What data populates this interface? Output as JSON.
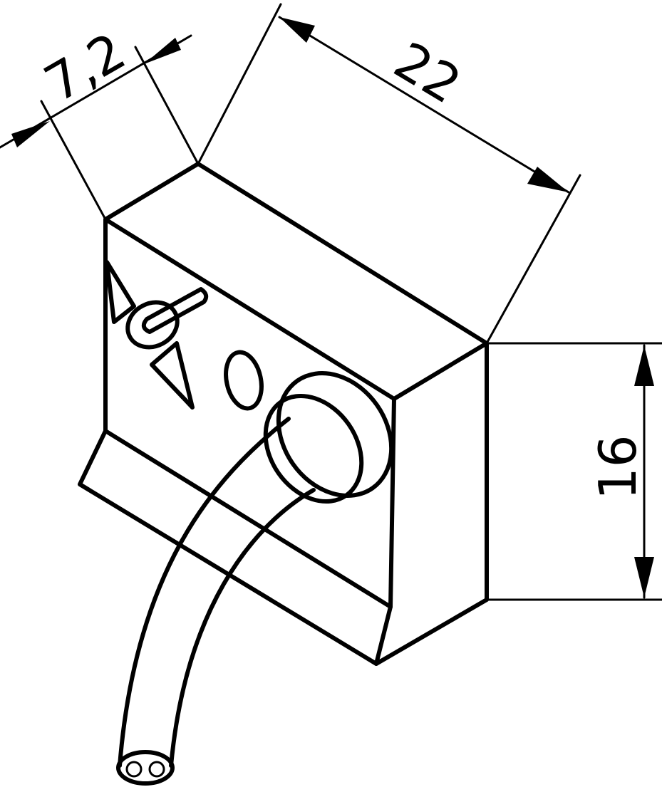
{
  "drawing": {
    "dimensions": {
      "depth": "7,2",
      "width": "22",
      "height": "16"
    },
    "colors": {
      "line": "#000000",
      "background": "#ffffff"
    }
  }
}
